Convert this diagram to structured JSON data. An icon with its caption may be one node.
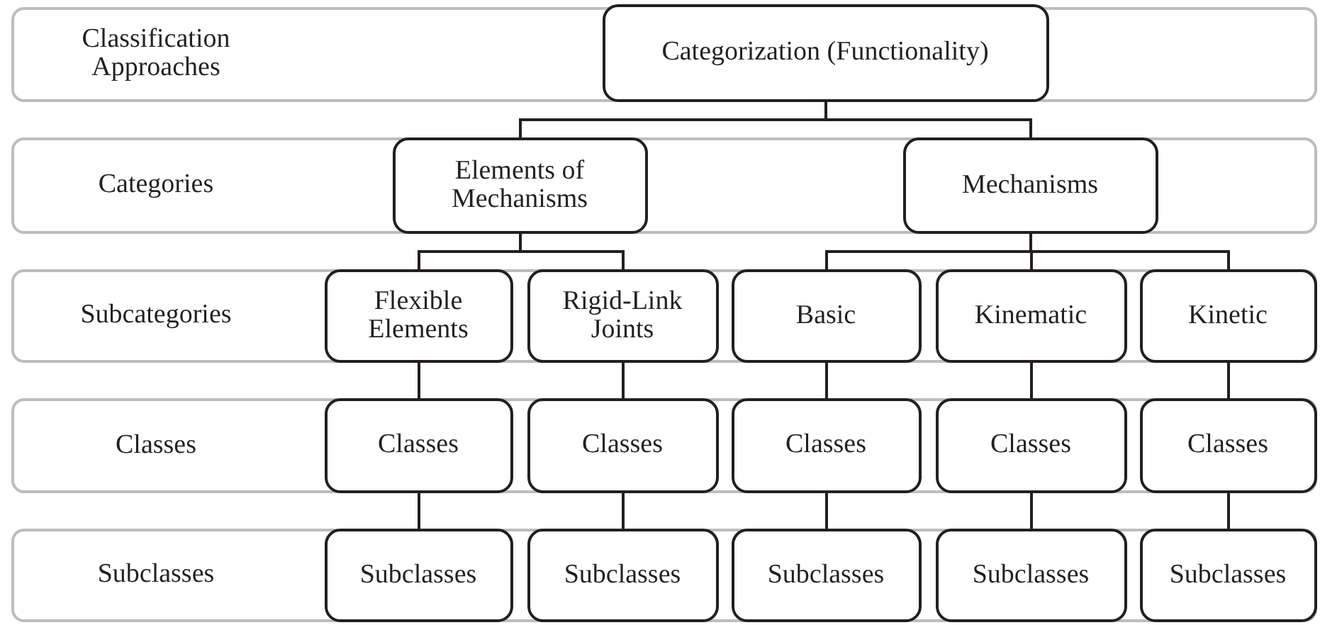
{
  "diagram": {
    "nodes": [
      {
        "text": [
          "Classification Approaches"
        ]
      },
      {
        "text": [
          "Categorization (Functionality)"
        ],
        "in": 0
      },
      {
        "text": [
          "Categories"
        ]
      },
      {
        "text": [
          "Elements of Mechanisms"
        ],
        "in": 2
      },
      {
        "text": [
          "Mechanisms"
        ],
        "in": 2
      },
      {
        "text": [
          "Subcategories"
        ]
      },
      {
        "text": [
          "Flexible Elements"
        ],
        "in": 5
      },
      {
        "text": [
          "Rigid-Link Joints"
        ],
        "in": 5
      },
      {
        "text": [
          "Basic"
        ],
        "in": 5
      },
      {
        "text": [
          "Kinematic"
        ],
        "in": 5
      },
      {
        "text": [
          "Kinetic"
        ],
        "in": 5
      },
      {
        "text": [
          "Classes"
        ]
      },
      {
        "text": [
          "Classes"
        ],
        "in": 11
      },
      {
        "text": [
          "Classes"
        ],
        "in": 11
      },
      {
        "text": [
          "Classes"
        ],
        "in": 11
      },
      {
        "text": [
          "Classes"
        ],
        "in": 11
      },
      {
        "text": [
          "Classes"
        ],
        "in": 11
      },
      {
        "text": [
          "Subclasses"
        ]
      },
      {
        "text": [
          "Subclasses"
        ],
        "in": 17
      },
      {
        "text": [
          "Subclasses"
        ],
        "in": 17
      },
      {
        "text": [
          "Subclasses"
        ],
        "in": 17
      },
      {
        "text": [
          "Subclasses"
        ],
        "in": 17
      },
      {
        "text": [
          "Subclasses"
        ],
        "in": 17
      }
    ],
    "edges": [
      {
        "from": 1,
        "to": 3,
        "arrow": "none"
      },
      {
        "from": 1,
        "to": 4,
        "arrow": "none"
      },
      {
        "from": 3,
        "to": 6,
        "arrow": "none"
      },
      {
        "from": 3,
        "to": 7,
        "arrow": "none"
      },
      {
        "from": 4,
        "to": 8,
        "arrow": "none"
      },
      {
        "from": 4,
        "to": 9,
        "arrow": "none"
      },
      {
        "from": 4,
        "to": 10,
        "arrow": "none"
      },
      {
        "from": 6,
        "to": 12,
        "arrow": "none"
      },
      {
        "from": 7,
        "to": 13,
        "arrow": "none"
      },
      {
        "from": 8,
        "to": 14,
        "arrow": "none"
      },
      {
        "from": 9,
        "to": 15,
        "arrow": "none"
      },
      {
        "from": 10,
        "to": 16,
        "arrow": "none"
      },
      {
        "from": 12,
        "to": 18,
        "arrow": "none"
      },
      {
        "from": 13,
        "to": 19,
        "arrow": "none"
      },
      {
        "from": 14,
        "to": 20,
        "arrow": "none"
      },
      {
        "from": 15,
        "to": 21,
        "arrow": "none"
      },
      {
        "from": 16,
        "to": 22,
        "arrow": "none"
      }
    ]
  }
}
